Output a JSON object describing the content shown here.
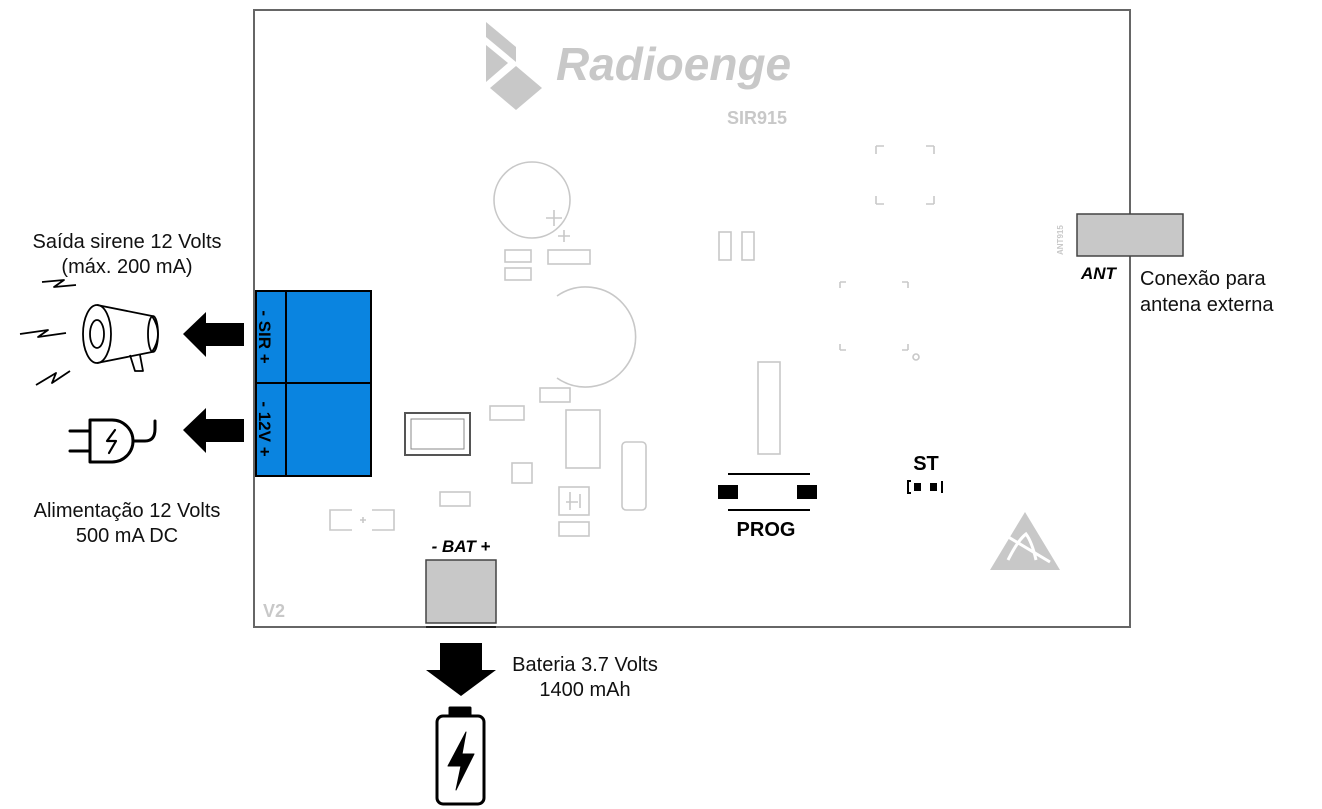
{
  "board": {
    "brand": "Radioenge",
    "model": "SIR915",
    "version": "V2",
    "ant_silk": "ANT915"
  },
  "connectors": {
    "sir_terminal": "- SIR +",
    "power_terminal": "- 12V +",
    "battery": "- BAT +",
    "antenna": "ANT",
    "prog_button": "PROG",
    "status_led": "ST"
  },
  "labels": {
    "siren_line1": "Saída sirene 12 Volts",
    "siren_line2": "(máx. 200 mA)",
    "power_line1": "Alimentação 12 Volts",
    "power_line2": "500 mA DC",
    "antenna_line1": "Conexão para",
    "antenna_line2": "antena externa",
    "battery_line1": "Bateria 3.7 Volts",
    "battery_line2": "1400 mAh"
  },
  "colors": {
    "terminal_block": "#0a84e0",
    "antenna_connector": "#c8c8c8",
    "board_outline": "#666666",
    "silkscreen": "#c8c8c8"
  },
  "icons": [
    "siren-icon",
    "power-plug-icon",
    "battery-icon",
    "esd-warning-icon",
    "radioenge-logo-icon"
  ]
}
